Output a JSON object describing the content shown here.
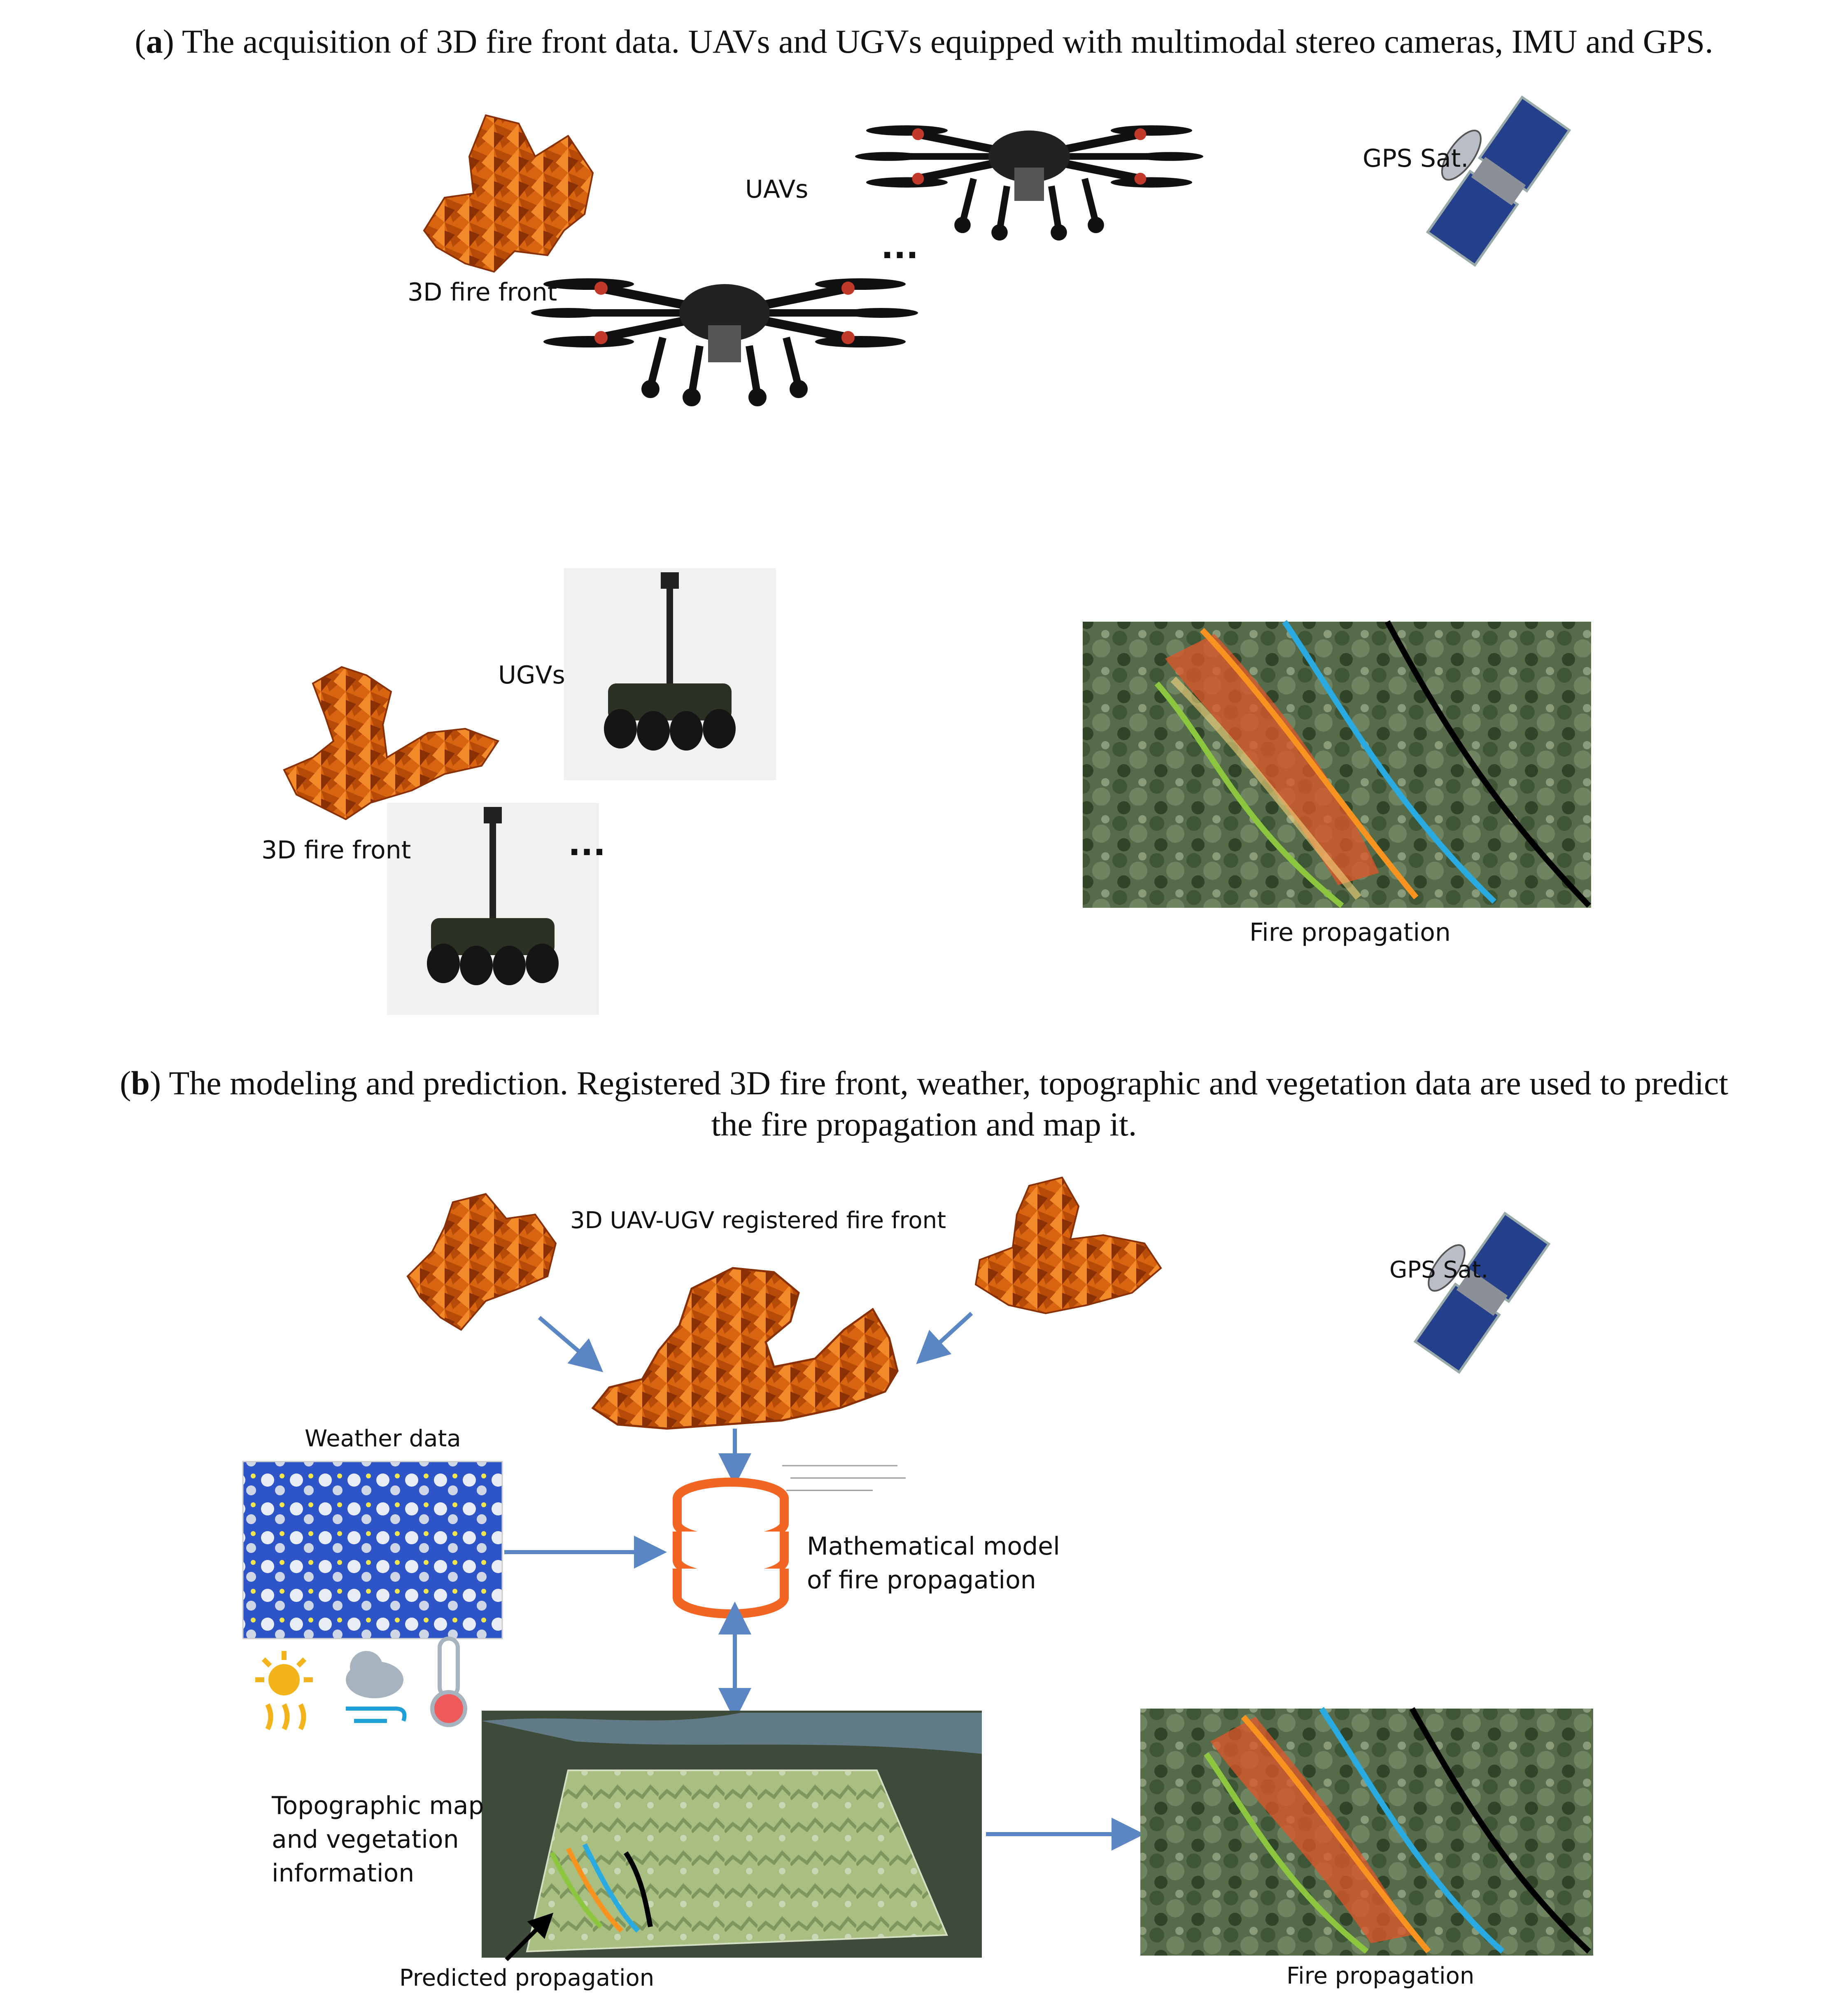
{
  "panel_a": {
    "caption_letter": "a",
    "caption_text": " The acquisition of 3D fire front data. UAVs and UGVs equipped with multimodal stereo cameras, IMU and GPS.",
    "fire_front_label": "3D fire front",
    "uavs_label": "UAVs",
    "gps_label": "GPS Sat.",
    "ugvs_label": "UGVs",
    "fire_front_label_2": "3D fire front",
    "fire_propagation_label": "Fire propagation",
    "ellipsis": "..."
  },
  "panel_b": {
    "caption_letter": "b",
    "caption_line1": " The modeling and prediction. Registered 3D fire front, weather, topographic and vegetation data are used to predict",
    "caption_line2": "the fire propagation and map it.",
    "registered_label": "3D UAV-UGV registered fire front",
    "gps_label": "GPS Sat.",
    "weather_label": "Weather data",
    "model_label_line1": "Mathematical model",
    "model_label_line2": "of fire propagation",
    "topo_label_line1": "Topographic map",
    "topo_label_line2": "and vegetation",
    "topo_label_line3": "information",
    "predicted_label": "Predicted propagation",
    "fire_propagation_label": "Fire propagation"
  },
  "colors": {
    "fire_orange": "#d9640f",
    "fire_dark": "#8a3005",
    "arrow_blue": "#5a86c4",
    "db_orange": "#f26522",
    "line_green": "#8cc63f",
    "line_orange": "#f7931e",
    "line_cyan": "#29abe2",
    "line_black": "#000000"
  }
}
